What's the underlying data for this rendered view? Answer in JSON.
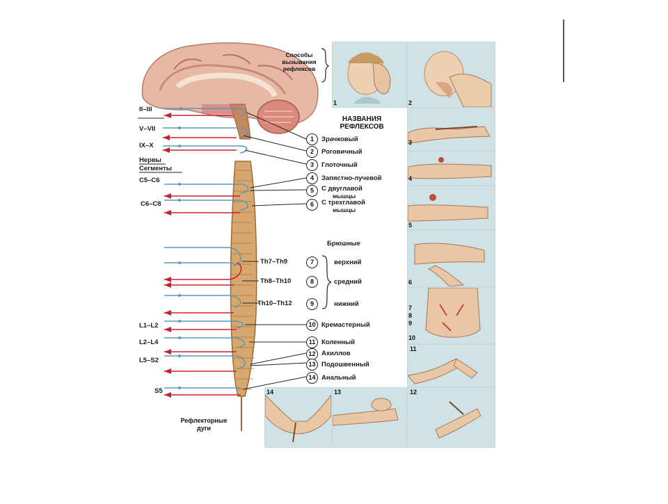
{
  "header": {
    "methods_label_line1": "Способы",
    "methods_label_line2": "вызывания",
    "methods_label_line3": "рефлексов",
    "reflex_names_line1": "НАЗВАНИЯ",
    "reflex_names_line2": "РЕФЛЕКСОВ"
  },
  "nerves": {
    "cranial_1": "II–III",
    "cranial_2": "V–VII",
    "cranial_3": "IX–X",
    "nerves_label": "Нервы",
    "segments_label": "Сегменты",
    "seg_c5c6": "C5–C6",
    "seg_c6c8": "C6–C8",
    "seg_th7th9": "Th7–Th9",
    "seg_th8th10": "Th8–Th10",
    "seg_th10th12": "Th10–Th12",
    "seg_l1l2": "L1–L2",
    "seg_l2l4": "L2–L4",
    "seg_l5s2": "L5–S2",
    "seg_s5": "S5"
  },
  "reflexes": [
    {
      "num": "1",
      "name": "Зрачковый"
    },
    {
      "num": "2",
      "name": "Роговичный"
    },
    {
      "num": "3",
      "name": "Глоточный"
    },
    {
      "num": "4",
      "name": "Запястно-лучевой"
    },
    {
      "num": "5",
      "name": "С двуглавой",
      "name2": "мышцы"
    },
    {
      "num": "6",
      "name": "С трехглавой",
      "name2": "мышцы"
    },
    {
      "num": "7",
      "name": "верхний"
    },
    {
      "num": "8",
      "name": "средний"
    },
    {
      "num": "9",
      "name": "нижний"
    },
    {
      "num": "10",
      "name": "Кремастерный"
    },
    {
      "num": "11",
      "name": "Коленный"
    },
    {
      "num": "12",
      "name": "Ахиллов"
    },
    {
      "num": "13",
      "name": "Подошвенный"
    },
    {
      "num": "14",
      "name": "Анальный"
    }
  ],
  "abdominal_label": "Брюшные",
  "footer": {
    "arc_line1": "Рефлекторные",
    "arc_line2": "дуги"
  },
  "panel_numbers": [
    "1",
    "2",
    "3",
    "4",
    "5",
    "6",
    "7",
    "8",
    "9",
    "10",
    "11",
    "12",
    "13",
    "14"
  ],
  "colors": {
    "afferent": "#5a98b8",
    "efferent": "#cc2030",
    "cord": "#d8a76e",
    "brain": "#e6b7a6"
  }
}
